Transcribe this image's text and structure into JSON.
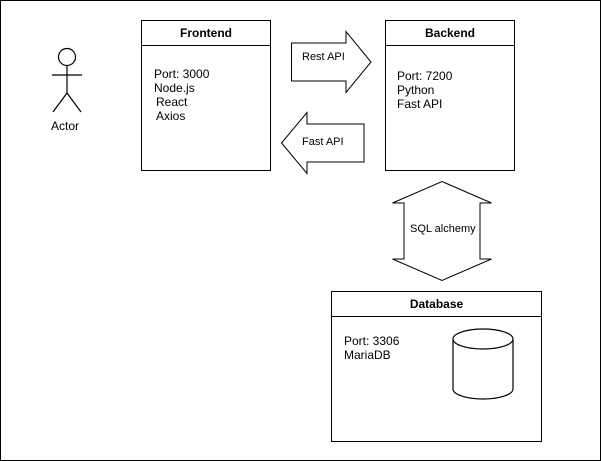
{
  "actor": {
    "label": "Actor"
  },
  "frontend": {
    "title": "Frontend",
    "lines": [
      "Port: 3000",
      "Node.js",
      "React",
      "Axios"
    ]
  },
  "backend": {
    "title": "Backend",
    "lines": [
      "Port: 7200",
      "Python",
      "Fast API"
    ]
  },
  "database": {
    "title": "Database",
    "lines": [
      "Port: 3306",
      "MariaDB"
    ]
  },
  "connections": {
    "frontend_to_backend": "Rest API",
    "backend_to_frontend": "Fast API",
    "backend_database": "SQL alchemy"
  }
}
